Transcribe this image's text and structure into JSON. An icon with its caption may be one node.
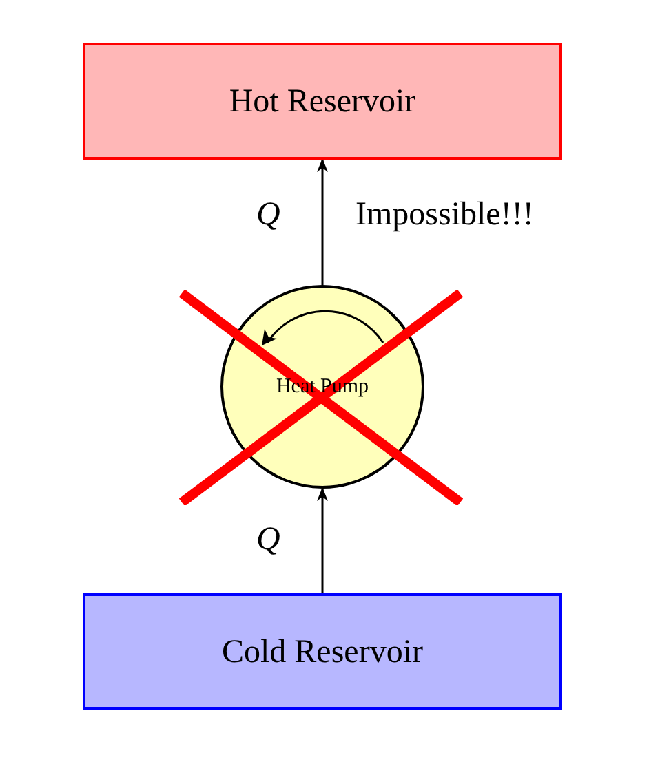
{
  "diagram": {
    "nodes": [
      {
        "text": [
          "Hot Reservoir"
        ]
      },
      {
        "text": [
          "Heat Pump"
        ]
      },
      {
        "text": [
          "Cold Reservoir"
        ]
      }
    ],
    "edges": [
      {
        "from": 2,
        "to": 1,
        "arrow": "to",
        "label": "Q"
      },
      {
        "from": 1,
        "to": 0,
        "arrow": "to",
        "label": "Q"
      }
    ],
    "labels": [
      "Impossible!!!"
    ]
  }
}
